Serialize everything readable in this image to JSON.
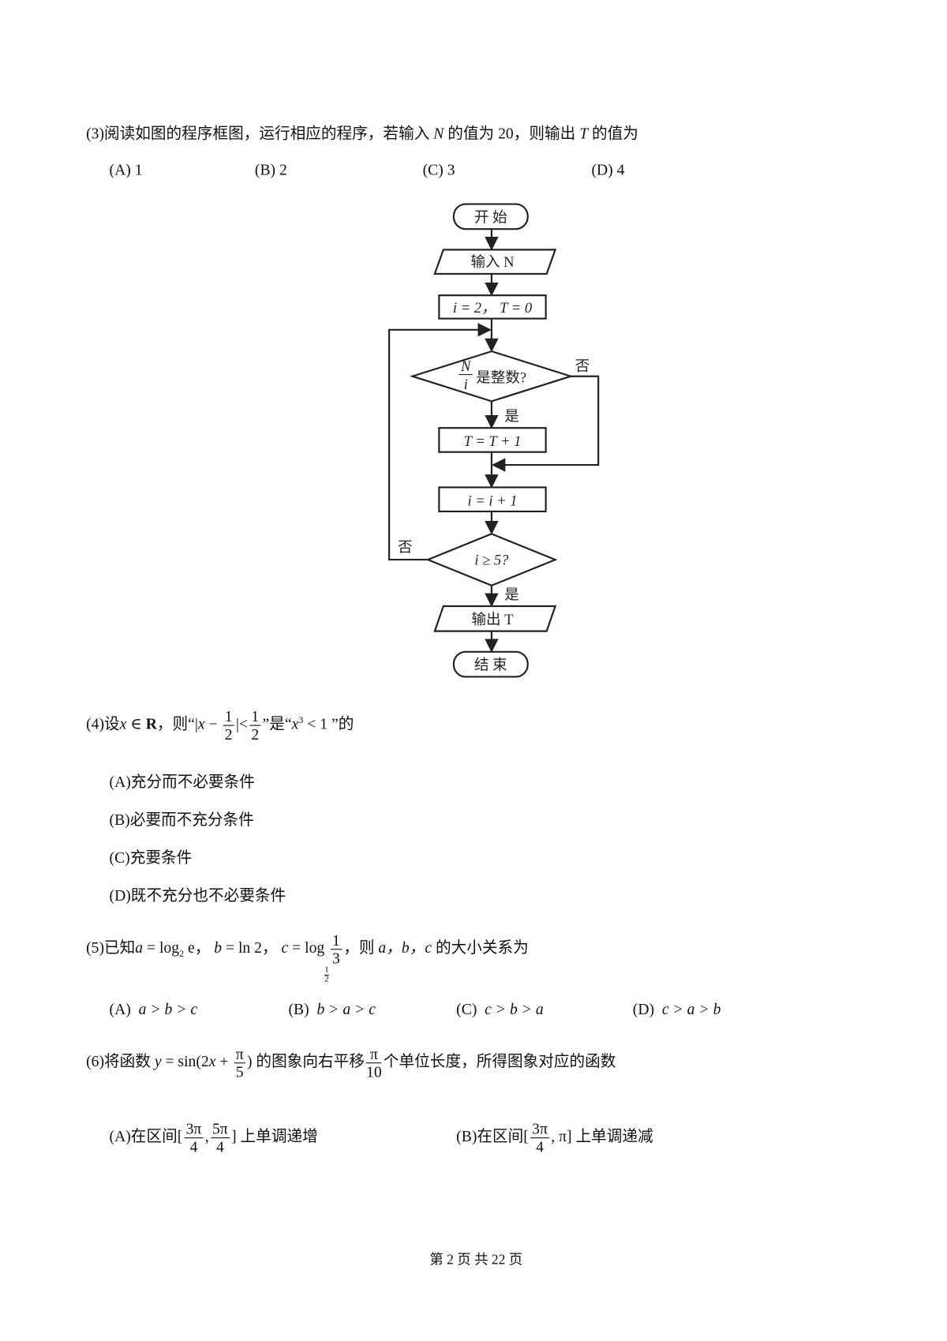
{
  "q3": {
    "text_a": "(3)阅读如图的程序框图，运行相应的程序，若输入",
    "N": "N",
    "text_b": "的值为 20，则输出",
    "T": "T",
    "text_c": "的值为",
    "options": [
      "(A) 1",
      "(B) 2",
      "(C) 3",
      "(D) 4"
    ]
  },
  "flowchart": {
    "start": "开  始",
    "input": "输入  N",
    "init": "i = 2， T = 0",
    "cond1_num": "N",
    "cond1_den": "i",
    "cond1_text": "是整数?",
    "no1": "否",
    "yes1": "是",
    "incT": "T = T + 1",
    "inci": "i = i + 1",
    "cond2": "i ≥ 5?",
    "no2": "否",
    "yes2": "是",
    "output": "输出  T",
    "end": "结  束"
  },
  "q4": {
    "a": "(4)设",
    "x": "x",
    "in": " ∈ ",
    "R": "R",
    "b": "，则“|",
    "x2": "x",
    "minus": " − ",
    "n1": "1",
    "d1": "2",
    "lt": "|<",
    "n2": "1",
    "d2": "2",
    "c": "”是“",
    "x3": "x",
    "exp": "3",
    "d": " < 1 ”的",
    "options": [
      "(A)充分而不必要条件",
      "(B)必要而不充分条件",
      "(C)充要条件",
      "(D)既不充分也不必要条件"
    ]
  },
  "q5": {
    "a": "(5)已知",
    "va": "a",
    "eq1": " = log",
    "sub2": "2",
    "e": " e，",
    "vb": "b",
    "eq2": " = ln 2，",
    "vc": "c",
    "eq3": " = log",
    "subn": "1",
    "subd": "2",
    "fn": "1",
    "fd": "3",
    "tail": "，则",
    "abc": "a，b，c",
    "tail2": "的大小关系为",
    "options": [
      {
        "label": "(A)",
        "expr": "a > b > c"
      },
      {
        "label": "(B)",
        "expr": "b > a > c"
      },
      {
        "label": "(C)",
        "expr": "c > b > a"
      },
      {
        "label": "(D)",
        "expr": "c > a > b"
      }
    ]
  },
  "q6": {
    "a": "(6)将函数",
    "y": "y",
    "eq": " = sin(2",
    "x": "x",
    "plus": " + ",
    "fn": "π",
    "fd": "5",
    "b": ") 的图象向右平移",
    "gn": "π",
    "gd": "10",
    "c": "个单位长度，所得图象对应的函数",
    "optA": {
      "a": "(A)在区间[",
      "n1": "3π",
      "d1": "4",
      "comma": ",",
      "n2": "5π",
      "d2": "4",
      "b": "] 上单调递增"
    },
    "optB": {
      "a": "(B)在区间[",
      "n1": "3π",
      "d1": "4",
      "b": ", π] 上单调递减"
    }
  },
  "footer": "第  2  页  共  22  页"
}
